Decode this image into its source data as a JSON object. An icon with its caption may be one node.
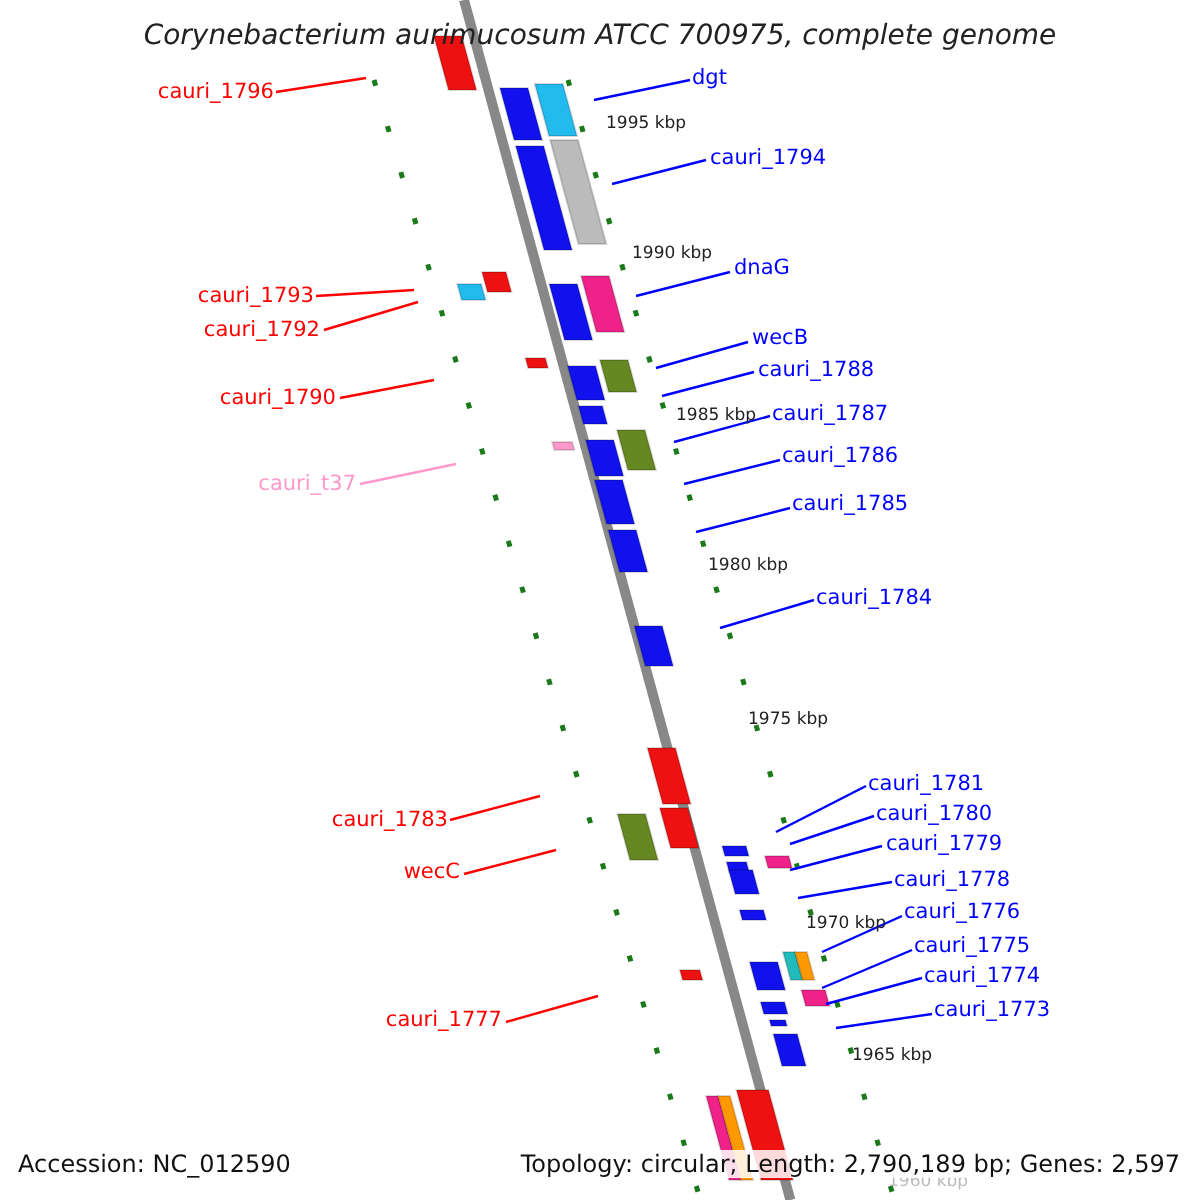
{
  "diagram": {
    "title": "Corynebacterium aurimucosum ATCC 700975, complete genome",
    "nodes": [
      {
        "text": [
          "cauri_1796"
        ]
      },
      {
        "text": [
          "dgt"
        ]
      },
      {
        "text": [
          "cauri_1794"
        ]
      },
      {
        "text": [
          "dnaG"
        ]
      },
      {
        "text": [
          "cauri_1793"
        ]
      },
      {
        "text": [
          "cauri_1792"
        ]
      },
      {
        "text": [
          "wecB"
        ]
      },
      {
        "text": [
          "cauri_1788"
        ]
      },
      {
        "text": [
          "cauri_1790"
        ]
      },
      {
        "text": [
          "cauri_1787"
        ]
      },
      {
        "text": [
          "cauri_1786"
        ]
      },
      {
        "text": [
          "cauri_t37"
        ]
      },
      {
        "text": [
          "cauri_1785"
        ]
      },
      {
        "text": [
          "cauri_1784"
        ]
      },
      {
        "text": [
          "cauri_1781"
        ]
      },
      {
        "text": [
          "cauri_1780"
        ]
      },
      {
        "text": [
          "cauri_1783"
        ]
      },
      {
        "text": [
          "cauri_1779"
        ]
      },
      {
        "text": [
          "wecC"
        ]
      },
      {
        "text": [
          "cauri_1778"
        ]
      },
      {
        "text": [
          "cauri_1776"
        ]
      },
      {
        "text": [
          "cauri_1775"
        ]
      },
      {
        "text": [
          "cauri_1774"
        ]
      },
      {
        "text": [
          "cauri_1777"
        ]
      },
      {
        "text": [
          "cauri_1773"
        ]
      }
    ],
    "edges": [
      {
        "from": 0,
        "to": null,
        "arrow": "none",
        "color": "#ff0000"
      },
      {
        "from": 1,
        "to": null,
        "arrow": "none"
      },
      {
        "from": 2,
        "to": null,
        "arrow": "none"
      },
      {
        "from": 3,
        "to": null,
        "arrow": "none"
      },
      {
        "from": 4,
        "to": null,
        "arrow": "none",
        "color": "#ff0000"
      },
      {
        "from": 5,
        "to": null,
        "arrow": "none",
        "color": "#ff0000"
      },
      {
        "from": 6,
        "to": null,
        "arrow": "none"
      },
      {
        "from": 7,
        "to": null,
        "arrow": "none"
      },
      {
        "from": 8,
        "to": null,
        "arrow": "none",
        "color": "#ff0000"
      },
      {
        "from": 9,
        "to": null,
        "arrow": "none"
      },
      {
        "from": 10,
        "to": null,
        "arrow": "none"
      },
      {
        "from": 11,
        "to": null,
        "arrow": "none",
        "color": "#ff99cc"
      },
      {
        "from": 12,
        "to": null,
        "arrow": "none"
      },
      {
        "from": 13,
        "to": null,
        "arrow": "none"
      },
      {
        "from": 14,
        "to": null,
        "arrow": "none"
      },
      {
        "from": 15,
        "to": null,
        "arrow": "none"
      },
      {
        "from": 16,
        "to": null,
        "arrow": "none",
        "color": "#ff0000"
      },
      {
        "from": 17,
        "to": null,
        "arrow": "none"
      },
      {
        "from": 18,
        "to": null,
        "arrow": "none",
        "color": "#ff0000"
      },
      {
        "from": 19,
        "to": null,
        "arrow": "none"
      },
      {
        "from": 20,
        "to": null,
        "arrow": "none"
      },
      {
        "from": 21,
        "to": null,
        "arrow": "none"
      },
      {
        "from": 22,
        "to": null,
        "arrow": "none"
      },
      {
        "from": 23,
        "to": null,
        "arrow": "none",
        "color": "#ff0000"
      },
      {
        "from": 24,
        "to": null,
        "arrow": "none"
      }
    ],
    "labels": [
      "1995 kbp",
      "1990 kbp",
      "1985 kbp",
      "1980 kbp",
      "1975 kbp",
      "1970 kbp",
      "1965 kbp",
      "1960 kbp",
      "Accession: NC_012590",
      "Topology: circular; Length: 2,790,189 bp; Genes: 2,597"
    ]
  }
}
